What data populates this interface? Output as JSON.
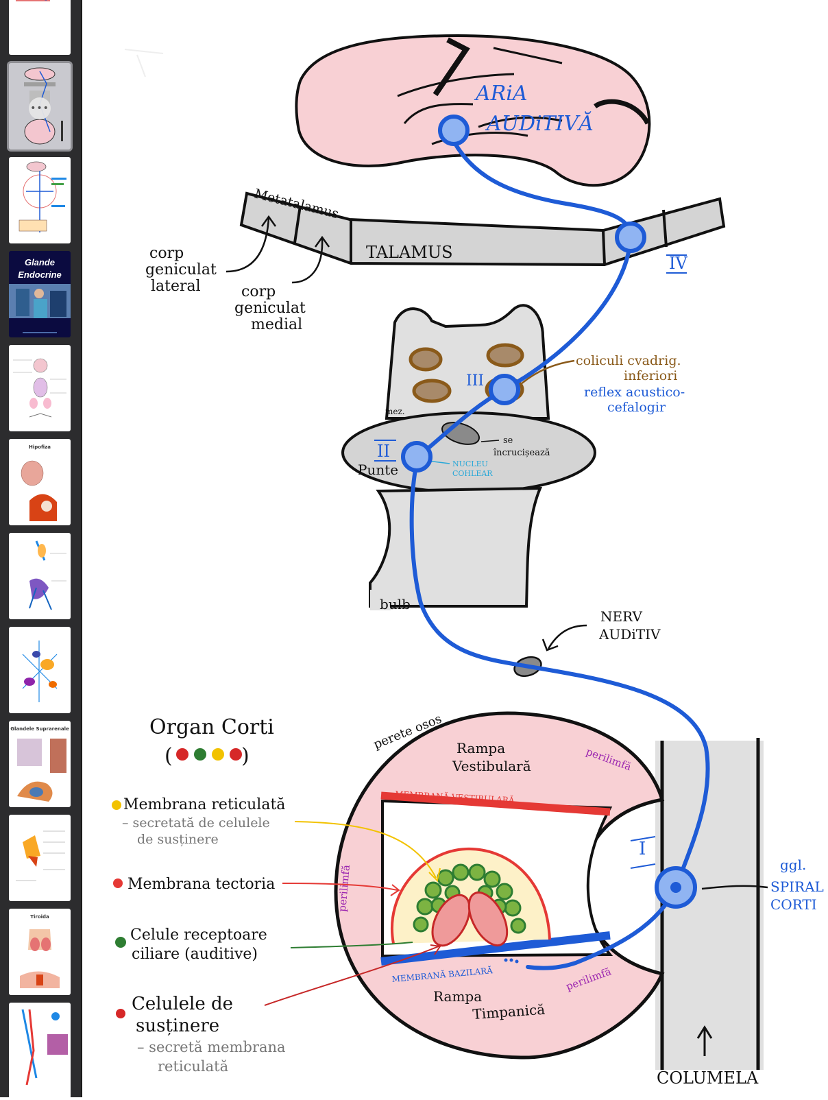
{
  "sidebar": {
    "thumbnails": [
      {
        "title": ""
      },
      {
        "title": ""
      },
      {
        "title": ""
      },
      {
        "title": "Glande Endocrine"
      },
      {
        "title": ""
      },
      {
        "title": "Hipofiza"
      },
      {
        "title": ""
      },
      {
        "title": ""
      },
      {
        "title": "Glandele Suprarenale"
      },
      {
        "title": ""
      },
      {
        "title": "Tiroida"
      },
      {
        "title": ""
      }
    ],
    "selected_index": 1,
    "more_button_label": "•••"
  },
  "diagram": {
    "cortex_label_line1": "ARiA",
    "cortex_label_line2": "AUDiTIVĂ",
    "metatalamus_label": "Metatalamus",
    "talamus_label": "TALAMUS",
    "corp_geniculat_lateral": [
      "corp",
      "geniculat",
      "lateral"
    ],
    "corp_geniculat_medial": [
      "corp",
      "geniculat",
      "medial"
    ],
    "neuron_iv": "IV",
    "coliculi_label": [
      "coliculi cvadrig.",
      "inferiori"
    ],
    "reflex_label": [
      "reflex acustico-",
      "cefalogir"
    ],
    "neuron_iii": "III",
    "mez_label": "mez.",
    "se_incruciseaza": [
      "se",
      "încrucișează"
    ],
    "neuron_ii": "II",
    "punte_label": "Punte",
    "nucleu_cohlear": [
      "NUCLEU",
      "COHLEAR"
    ],
    "bulb_label": "bulb",
    "nerv_auditiv": [
      "NERV",
      "AUDiTIV"
    ],
    "perete_osos": "perete osos",
    "organ_corti_title": "Organ Corti",
    "organ_corti_dots": [
      "#d62828",
      "#2e7d32",
      "#f2c200",
      "#d62828"
    ],
    "rampa_vestibulara": [
      "Rampa",
      "Vestibulară"
    ],
    "perilimfa_top": "perilimfă",
    "perilimfa_left": "perilimfă",
    "perilimfa_bottom": "perilimfă",
    "membrana_vestibulara": "MEMBRANĂ VESTIBULARĂ",
    "membrana_bazilara": "MEMBRANĂ   BAZILARĂ",
    "rampa_timpanica": [
      "Rampa",
      "Timpanică"
    ],
    "neuron_i": "I",
    "ggl_spiral": [
      "ggl.",
      "SPIRAL",
      "CORTI"
    ],
    "columela": "COLUMELA",
    "legend": [
      {
        "color": "#f2c200",
        "label": "Membrana reticulată",
        "note": [
          "– secretată de celulele",
          "de susținere"
        ]
      },
      {
        "color": "#e53935",
        "label": "Membrana tectoria",
        "note": []
      },
      {
        "color": "#2e7d32",
        "label": "Celule receptoare",
        "note": [
          "ciliare (auditive)"
        ]
      },
      {
        "color": "#d62828",
        "label": "Celulele de",
        "note": [
          "susținere"
        ]
      }
    ],
    "legend_last_note": [
      "– secretă membrana",
      "reticulată"
    ]
  }
}
